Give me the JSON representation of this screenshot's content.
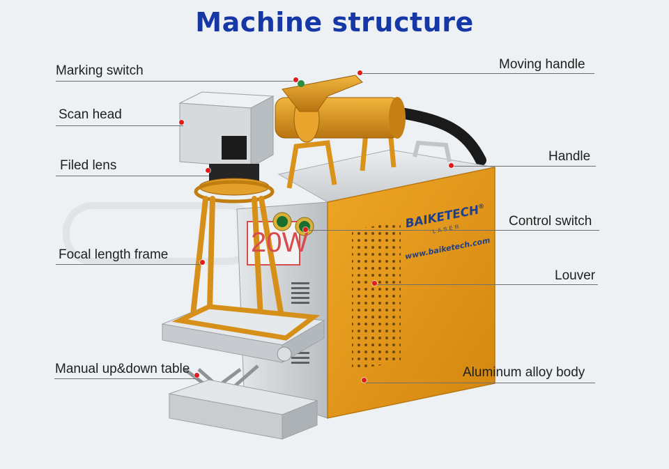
{
  "title": "Machine structure",
  "labels": {
    "marking_switch": "Marking switch",
    "scan_head": "Scan head",
    "filed_lens": "Filed lens",
    "focal_length_frame": "Focal length frame",
    "manual_table": "Manual up&down table",
    "moving_handle": "Moving handle",
    "handle": "Handle",
    "control_switch": "Control switch",
    "louver": "Louver",
    "aluminum_body": "Aluminum alloy body"
  },
  "machine": {
    "brand": "BAIKETECH",
    "brand_mark": "®",
    "brand_sub": "LASER",
    "website": "www.baiketech.com",
    "power_badge": "20W"
  },
  "colors": {
    "title": "#1638a6",
    "body_orange": "#e49a17",
    "gold": "#d9921a",
    "aluminum": "#cfd3d6",
    "callout_dot": "#e11a1a"
  }
}
